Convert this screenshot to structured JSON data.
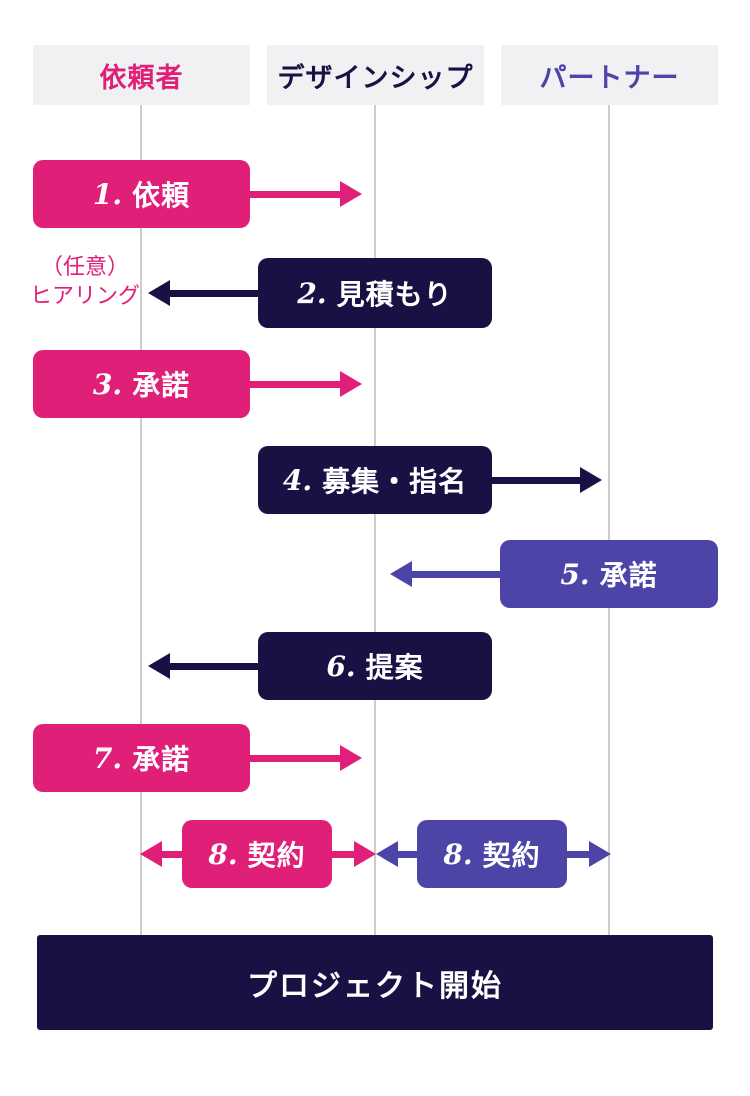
{
  "colors": {
    "pink": "#E02078",
    "navy": "#191144",
    "purple": "#4D44A8",
    "lane_header_bg": "#F1F0F3",
    "lane_line": "#CCCBCE"
  },
  "lanes": [
    {
      "label": "依頼者"
    },
    {
      "label": "デザインシップ"
    },
    {
      "label": "パートナー"
    }
  ],
  "note": {
    "line1": "（任意）",
    "line2": "ヒアリング"
  },
  "steps": [
    {
      "num": "1.",
      "label": "依頼"
    },
    {
      "num": "2.",
      "label": "見積もり"
    },
    {
      "num": "3.",
      "label": "承諾"
    },
    {
      "num": "4.",
      "label": "募集・指名"
    },
    {
      "num": "5.",
      "label": "承諾"
    },
    {
      "num": "6.",
      "label": "提案"
    },
    {
      "num": "7.",
      "label": "承諾"
    },
    {
      "num": "8.",
      "label": "契約"
    },
    {
      "num": "8.",
      "label": "契約"
    }
  ],
  "footer": {
    "label": "プロジェクト開始"
  }
}
